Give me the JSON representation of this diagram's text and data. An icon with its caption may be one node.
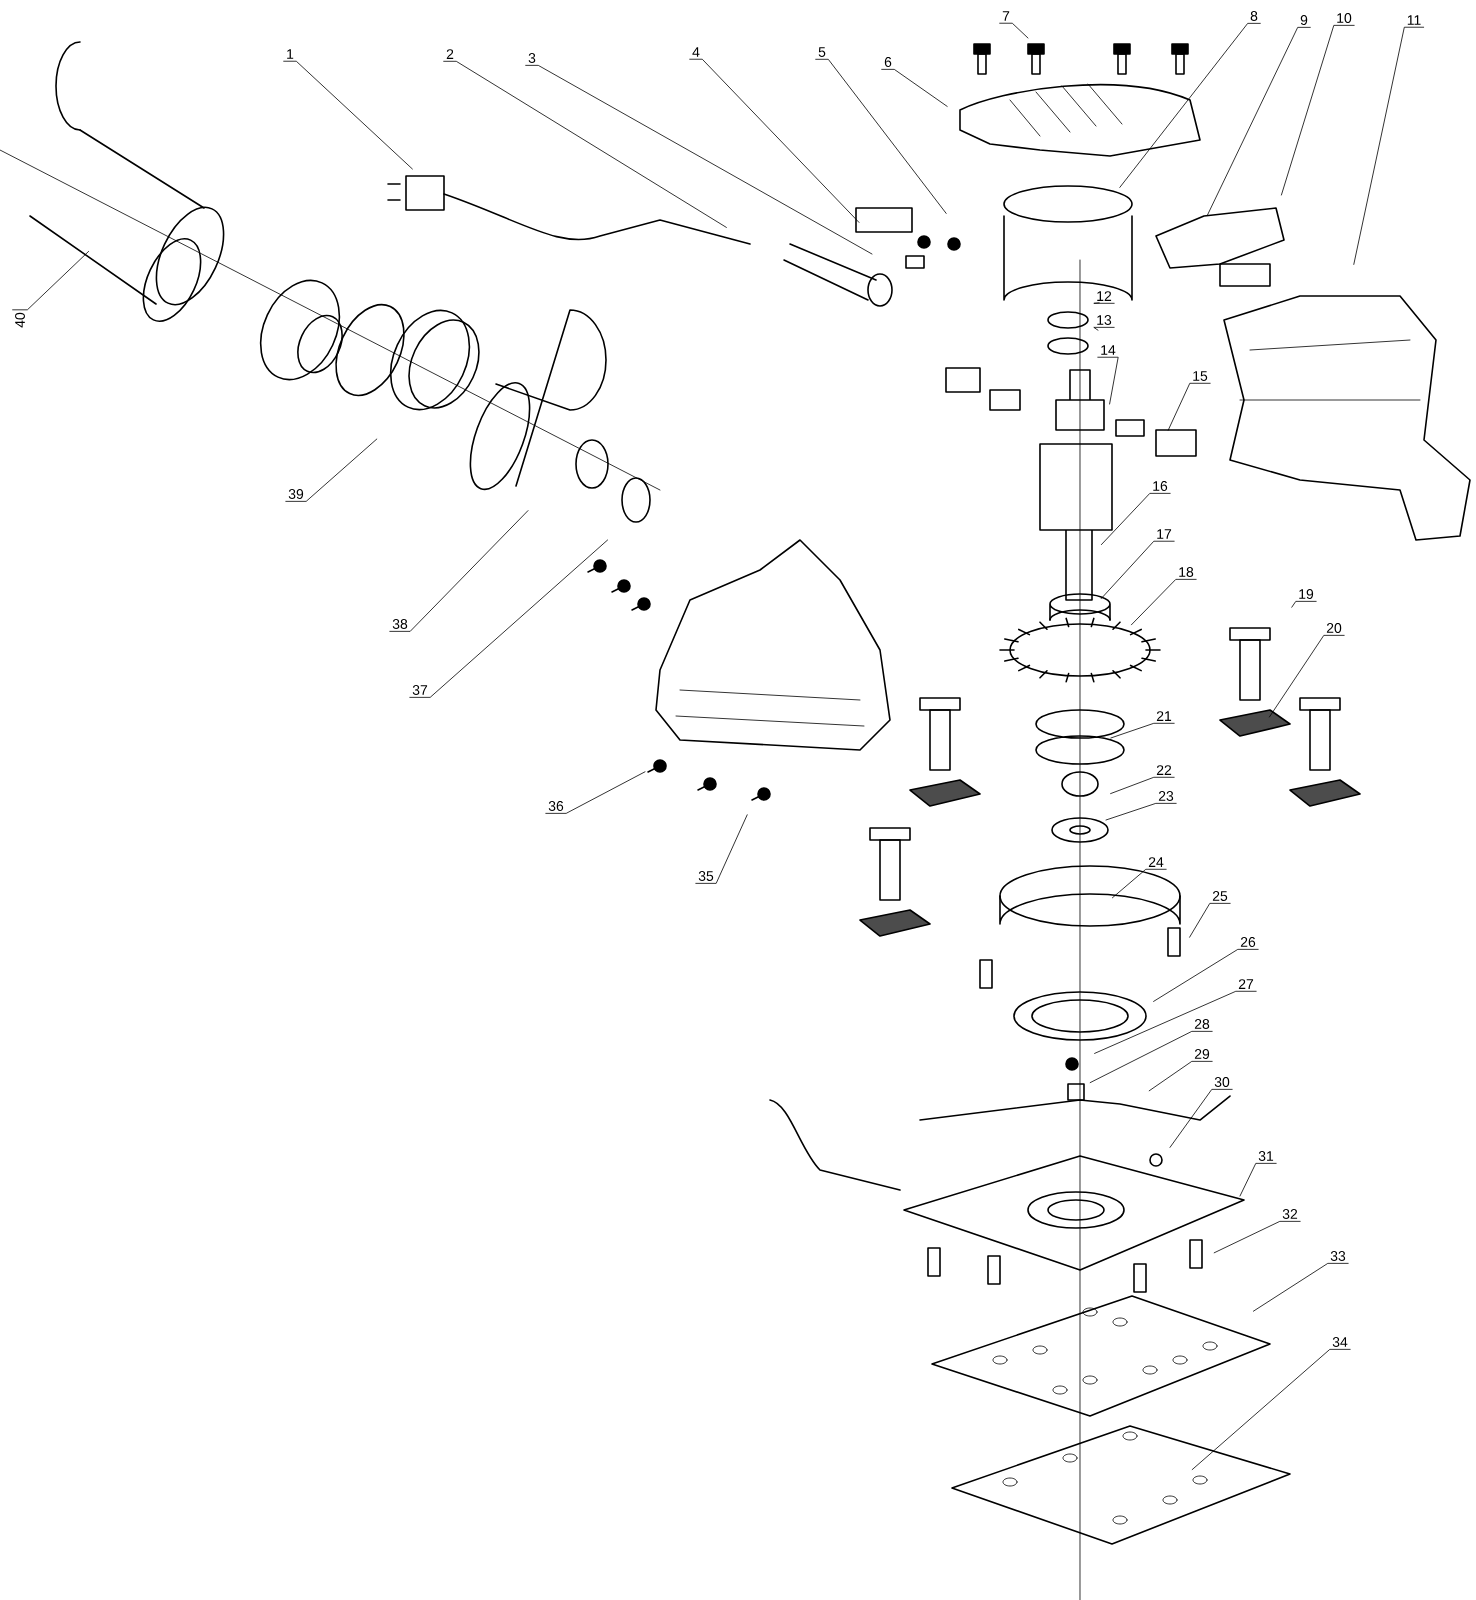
{
  "diagram": {
    "nodes": [
      {
        "text": [
          "1"
        ]
      },
      {
        "text": [
          "2"
        ]
      },
      {
        "text": [
          "3"
        ]
      },
      {
        "text": [
          "4"
        ]
      },
      {
        "text": [
          "5"
        ]
      },
      {
        "text": [
          "6"
        ]
      },
      {
        "text": [
          "7"
        ]
      },
      {
        "text": [
          "8"
        ]
      },
      {
        "text": [
          "9"
        ]
      },
      {
        "text": [
          "10"
        ]
      },
      {
        "text": [
          "11"
        ]
      },
      {
        "text": [
          "12"
        ]
      },
      {
        "text": [
          "13"
        ]
      },
      {
        "text": [
          "14"
        ]
      },
      {
        "text": [
          "15"
        ]
      },
      {
        "text": [
          "16"
        ]
      },
      {
        "text": [
          "17"
        ]
      },
      {
        "text": [
          "18"
        ]
      },
      {
        "text": [
          "19"
        ]
      },
      {
        "text": [
          "20"
        ]
      },
      {
        "text": [
          "21"
        ]
      },
      {
        "text": [
          "22"
        ]
      },
      {
        "text": [
          "23"
        ]
      },
      {
        "text": [
          "24"
        ]
      },
      {
        "text": [
          "25"
        ]
      },
      {
        "text": [
          "26"
        ]
      },
      {
        "text": [
          "27"
        ]
      },
      {
        "text": [
          "28"
        ]
      },
      {
        "text": [
          "29"
        ]
      },
      {
        "text": [
          "30"
        ]
      },
      {
        "text": [
          "31"
        ]
      },
      {
        "text": [
          "32"
        ]
      },
      {
        "text": [
          "33"
        ]
      },
      {
        "text": [
          "34"
        ]
      },
      {
        "text": [
          "35"
        ]
      },
      {
        "text": [
          "36"
        ]
      },
      {
        "text": [
          "37"
        ]
      },
      {
        "text": [
          "38"
        ]
      },
      {
        "text": [
          "39"
        ]
      },
      {
        "text": [
          "40"
        ]
      }
    ],
    "edges": [
      {
        "from": 0,
        "to": null,
        "arrow": "none"
      },
      {
        "from": 1,
        "to": null,
        "arrow": "none"
      },
      {
        "from": 2,
        "to": null,
        "arrow": "none"
      },
      {
        "from": 3,
        "to": null,
        "arrow": "none"
      },
      {
        "from": 4,
        "to": null,
        "arrow": "none"
      },
      {
        "from": 5,
        "to": null,
        "arrow": "none"
      },
      {
        "from": 6,
        "to": null,
        "arrow": "none"
      },
      {
        "from": 7,
        "to": null,
        "arrow": "none"
      },
      {
        "from": 8,
        "to": null,
        "arrow": "none"
      },
      {
        "from": 9,
        "to": null,
        "arrow": "none"
      },
      {
        "from": 10,
        "to": null,
        "arrow": "none"
      },
      {
        "from": 11,
        "to": null,
        "arrow": "none"
      },
      {
        "from": 12,
        "to": null,
        "arrow": "none"
      },
      {
        "from": 13,
        "to": null,
        "arrow": "none"
      },
      {
        "from": 14,
        "to": null,
        "arrow": "none"
      },
      {
        "from": 15,
        "to": null,
        "arrow": "none"
      },
      {
        "from": 16,
        "to": null,
        "arrow": "none"
      },
      {
        "from": 17,
        "to": null,
        "arrow": "none"
      },
      {
        "from": 18,
        "to": null,
        "arrow": "none"
      },
      {
        "from": 19,
        "to": null,
        "arrow": "none"
      },
      {
        "from": 20,
        "to": null,
        "arrow": "none"
      },
      {
        "from": 21,
        "to": null,
        "arrow": "none"
      },
      {
        "from": 22,
        "to": null,
        "arrow": "none"
      },
      {
        "from": 23,
        "to": null,
        "arrow": "none"
      },
      {
        "from": 24,
        "to": null,
        "arrow": "none"
      },
      {
        "from": 25,
        "to": null,
        "arrow": "none"
      },
      {
        "from": 26,
        "to": null,
        "arrow": "none"
      },
      {
        "from": 27,
        "to": null,
        "arrow": "none"
      },
      {
        "from": 28,
        "to": null,
        "arrow": "none"
      },
      {
        "from": 29,
        "to": null,
        "arrow": "none"
      },
      {
        "from": 30,
        "to": null,
        "arrow": "none"
      },
      {
        "from": 31,
        "to": null,
        "arrow": "none"
      },
      {
        "from": 32,
        "to": null,
        "arrow": "none"
      },
      {
        "from": 33,
        "to": null,
        "arrow": "none"
      },
      {
        "from": 34,
        "to": null,
        "arrow": "none"
      },
      {
        "from": 35,
        "to": null,
        "arrow": "none"
      },
      {
        "from": 36,
        "to": null,
        "arrow": "none"
      },
      {
        "from": 37,
        "to": null,
        "arrow": "none"
      },
      {
        "from": 38,
        "to": null,
        "arrow": "none"
      },
      {
        "from": 39,
        "to": null,
        "arrow": "none"
      }
    ]
  }
}
